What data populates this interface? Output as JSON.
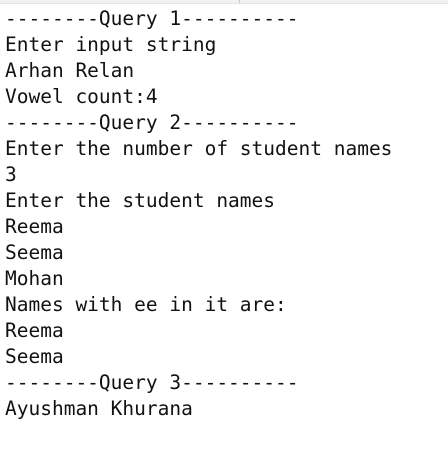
{
  "console": {
    "lines": [
      "--------Query 1----------",
      "Enter input string",
      "Arhan Relan",
      "Vowel count:4",
      "--------Query 2----------",
      "Enter the number of student names",
      "3",
      "Enter the student names",
      "Reema",
      "Seema",
      "Mohan",
      "Names with ee in it are:",
      "Reema",
      "Seema",
      "--------Query 3----------",
      "Ayushman Khurana"
    ]
  }
}
